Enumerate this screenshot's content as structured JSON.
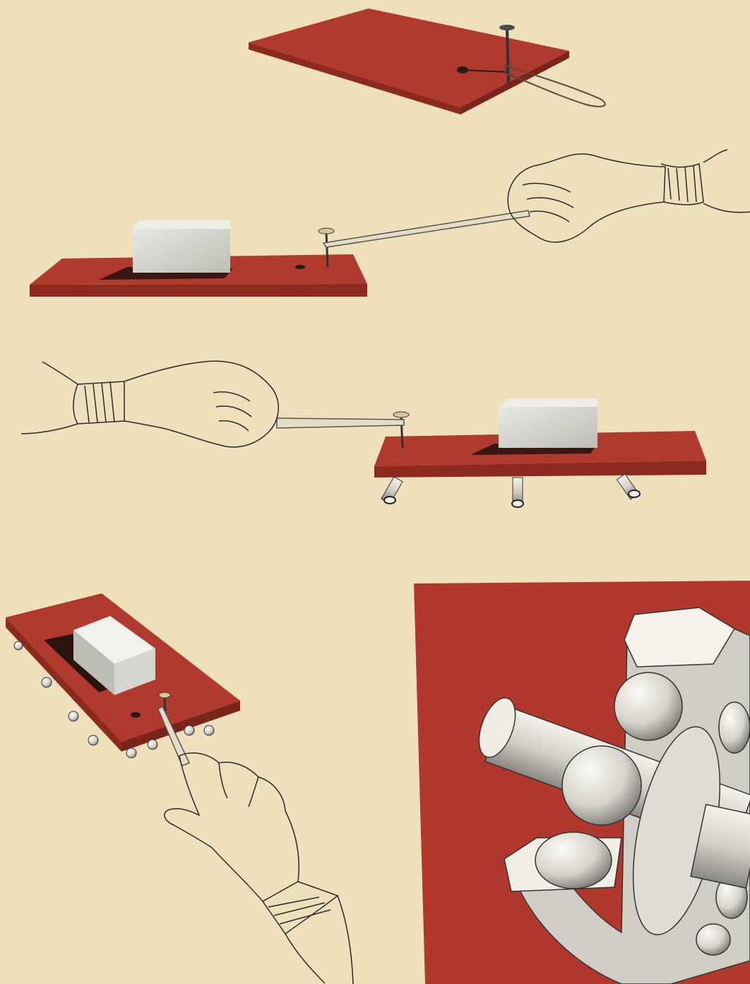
{
  "figure": {
    "panels": [
      {
        "id": "board-with-nail-and-rubber-band"
      },
      {
        "id": "pulling-block-on-flat-board"
      },
      {
        "id": "pulling-block-on-board-with-rollers"
      },
      {
        "id": "pulling-board-on-ball-bearings"
      },
      {
        "id": "ball-bearing-cutaway"
      }
    ]
  },
  "colors": {
    "paper": "#efe0bc",
    "board_red": "#b03a2e",
    "board_edge": "#8c2a20",
    "block_grey": "#d8d8d2",
    "ink": "#2a2a2a"
  }
}
